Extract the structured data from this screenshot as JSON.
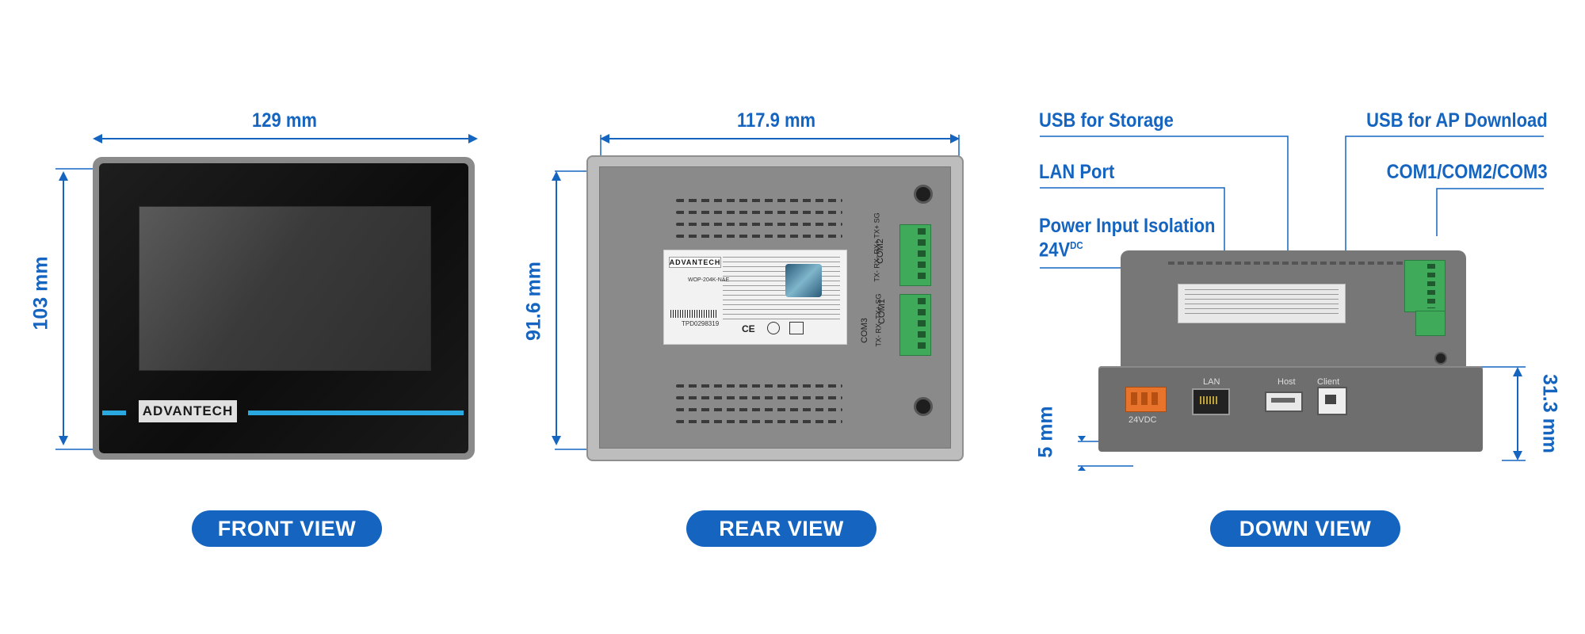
{
  "views": {
    "front": {
      "title": "FRONT VIEW",
      "width_dim": "129 mm",
      "height_dim": "103 mm",
      "logo": "ADVANTECH"
    },
    "rear": {
      "title": "REAR VIEW",
      "width_dim": "117.9 mm",
      "height_dim": "91.6 mm",
      "logo": "ADVANTECH",
      "label_model": "WOP-204K-NAE",
      "label_serial": "TPD0298319",
      "com_top": "COM2",
      "com_bottom": "COM1",
      "com_left": "COM3",
      "pins_top": "TX- RX- RX+ TX+ SG",
      "pins_bottom": "TX- RX- TX+ SG"
    },
    "down": {
      "title": "DOWN VIEW",
      "depth_dim": "31.3 mm",
      "bezel_dim": "5 mm",
      "port_lan": "LAN",
      "port_host": "Host",
      "port_client": "Client",
      "power_label": "24VDC"
    }
  },
  "callouts": {
    "usb_storage": "USB for Storage",
    "lan_port": "LAN Port",
    "power_line1": "Power Input Isolation",
    "power_line2": "24V",
    "power_sup": "DC",
    "usb_ap": "USB for AP Download",
    "com_ports": "COM1/COM2/COM3"
  },
  "colors": {
    "accent": "#1565c0",
    "cyan_strip": "#29a9e0",
    "terminal_green": "#3faa5a",
    "power_orange": "#e8732a"
  }
}
